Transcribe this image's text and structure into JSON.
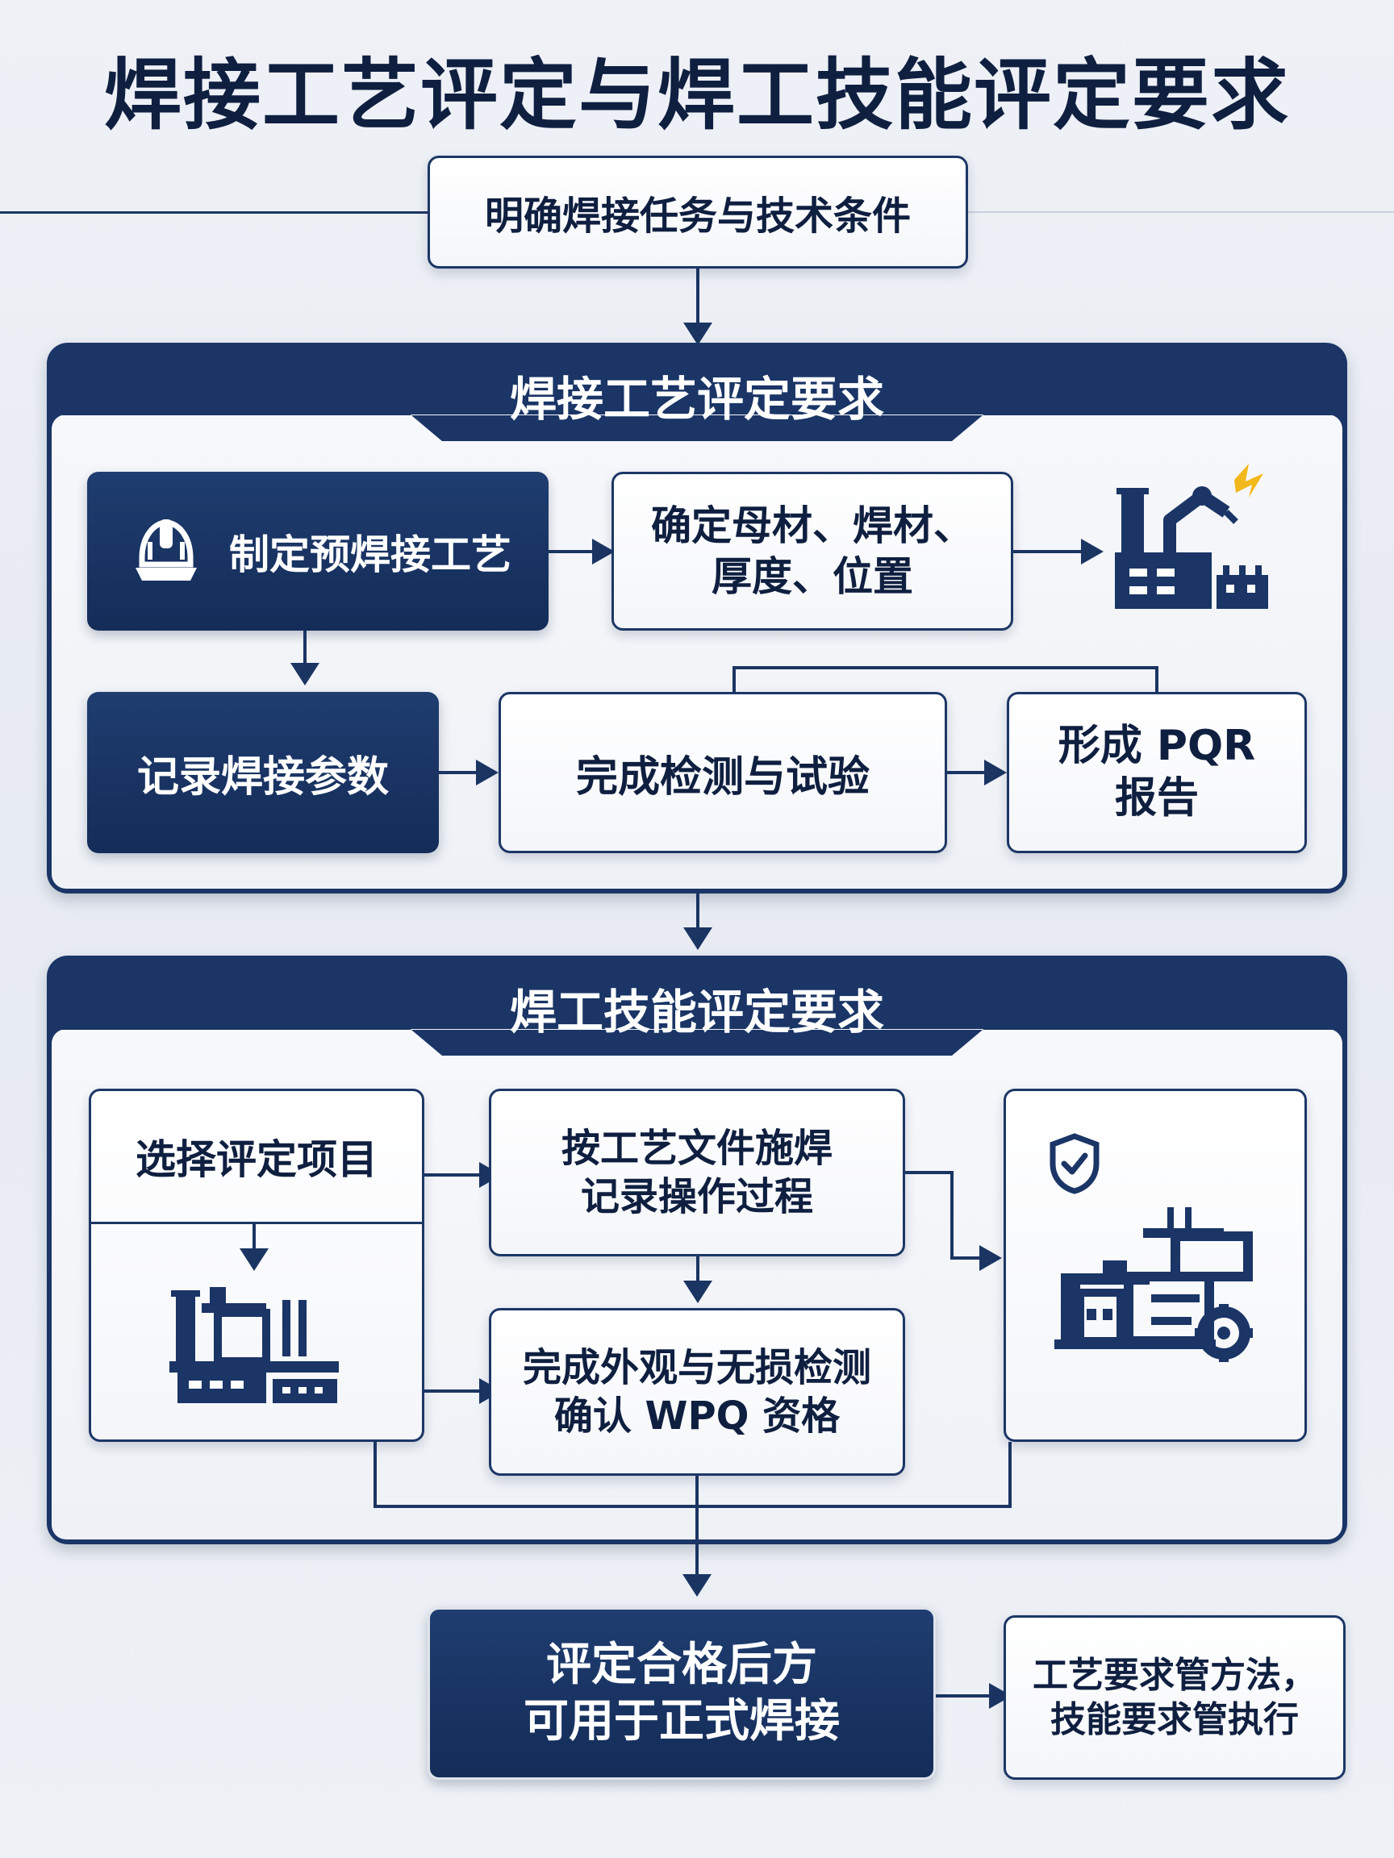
{
  "title": "焊接工艺评定与焊工技能评定要求",
  "start_step": "明确焊接任务与技术条件",
  "wpqr_section": {
    "heading": "焊接工艺评定要求",
    "step_prepare": "制定预焊接工艺",
    "step_determine": "确定母材、焊材、\n厚度、位置",
    "step_record": "记录焊接参数",
    "step_test": "完成检测与试验",
    "step_report": "形成 PQR\n报告"
  },
  "wpq_section": {
    "heading": "焊工技能评定要求",
    "step_select": "选择评定项目",
    "step_weld": "按工艺文件施焊\n记录操作过程",
    "step_inspect": "完成外观与无损检测\n确认 WPQ 资格"
  },
  "final_step": "评定合格后方\n可用于正式焊接",
  "summary_note": "工艺要求管方法，\n技能要求管执行",
  "colors": {
    "navy": "#1a3566",
    "navy_dark": "#142c58",
    "accent_spark": "#f2b81c",
    "background": "#eef1f6"
  },
  "icons": [
    "welding-helmet-icon",
    "welding-robot-icon",
    "factory-icon",
    "shield-check-icon",
    "factory-gear-icon"
  ]
}
